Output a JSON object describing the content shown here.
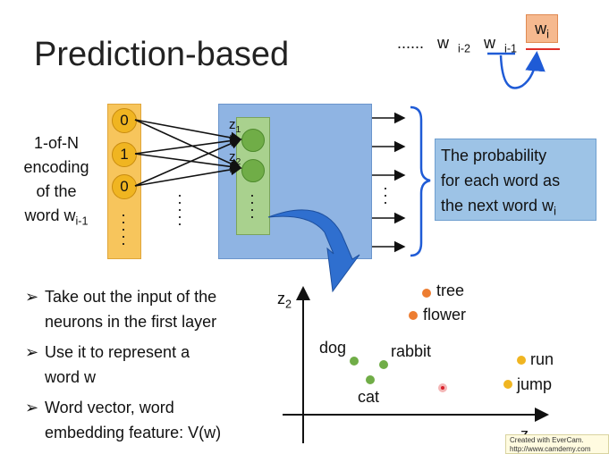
{
  "title": "Prediction-based",
  "sequence": {
    "ellipsis": "......",
    "w_prev2": "w",
    "w_prev2_sub": "i-2",
    "w_prev1": "w",
    "w_prev1_sub": "i-1",
    "w_cur": "w",
    "w_cur_sub": "i"
  },
  "input_nodes": [
    "0",
    "1",
    "0"
  ],
  "input_label": {
    "line1": "1-of-N",
    "line2": "encoding",
    "line3": "of the",
    "line4_word": "word w",
    "line4_sub": "i-1"
  },
  "hidden_labels": [
    {
      "z": "z",
      "sub": "1"
    },
    {
      "z": "z",
      "sub": "2"
    }
  ],
  "output_box": {
    "line1": "The probability",
    "line2": "for each word as",
    "line3": "the next word w",
    "line3_sub": "i"
  },
  "bullets": [
    {
      "line1": "Take out the input of the",
      "line2": "neurons in the first layer"
    },
    {
      "line1": "Use it to represent a",
      "line2": "word w"
    },
    {
      "line1": "Word vector, word",
      "line2": "embedding feature: V(w)"
    }
  ],
  "plot": {
    "y_axis": {
      "z": "z",
      "sub": "2"
    },
    "x_axis": {
      "z": "z",
      "sub": "1"
    },
    "words": [
      {
        "label": "tree",
        "color": "#ed7d31"
      },
      {
        "label": "flower",
        "color": "#ed7d31"
      },
      {
        "label": "dog",
        "color": "#70ad47"
      },
      {
        "label": "rabbit",
        "color": "#70ad47"
      },
      {
        "label": "cat",
        "color": "#70ad47"
      },
      {
        "label": "run",
        "color": "#f0b521"
      },
      {
        "label": "jump",
        "color": "#f0b521"
      }
    ]
  },
  "colors": {
    "input_col": "#f7c55c",
    "hidden_box": "#8fb4e3",
    "hidden_col": "#a9d18e",
    "arrow_blue": "#1f5bd6"
  },
  "watermark": {
    "line1": "Created with EverCam.",
    "line2": "http://www.camdemy.com"
  }
}
